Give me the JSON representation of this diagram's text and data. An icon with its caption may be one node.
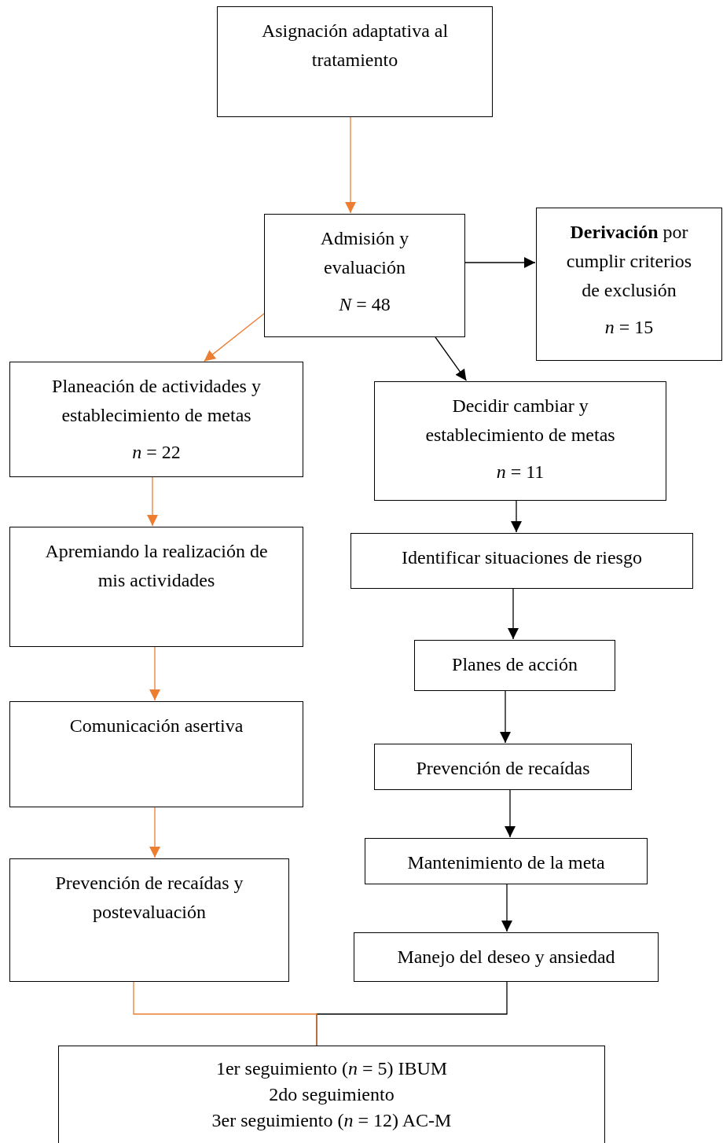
{
  "diagram": {
    "nodes": [
      {
        "text": [
          "Asignación adaptativa al tratamiento"
        ]
      },
      {
        "text": [
          "Admisión y evaluación",
          "*N* = 48"
        ]
      },
      {
        "text": [
          "**Derivación** por cumplir criterios de exclusión",
          "*n* = 15"
        ]
      },
      {
        "text": [
          "Planeación de actividades y establecimiento de metas",
          "*n* = 22"
        ]
      },
      {
        "text": [
          "Decidir cambiar y establecimiento de metas",
          "*n* = 11"
        ]
      },
      {
        "text": [
          "Apremiando la realización de mis actividades"
        ]
      },
      {
        "text": [
          "Identificar situaciones de riesgo"
        ]
      },
      {
        "text": [
          "Comunicación asertiva"
        ]
      },
      {
        "text": [
          "Planes de acción"
        ]
      },
      {
        "text": [
          "Prevención de recaídas"
        ]
      },
      {
        "text": [
          "Prevención de recaídas y postevaluación"
        ]
      },
      {
        "text": [
          "Mantenimiento de la meta"
        ]
      },
      {
        "text": [
          "Manejo del deseo y ansiedad"
        ]
      },
      {
        "text": [
          "1er seguimiento (*n* = 5) IBUM",
          "2do seguimiento",
          "3er seguimiento (*n* = 12) AC-M"
        ]
      }
    ],
    "edges": [
      {
        "from": 0,
        "to": 1,
        "arrow": "to",
        "color": "#ed7d31"
      },
      {
        "from": 1,
        "to": 2,
        "arrow": "to"
      },
      {
        "from": 1,
        "to": 3,
        "arrow": "to",
        "color": "#ed7d31"
      },
      {
        "from": 1,
        "to": 4,
        "arrow": "to"
      },
      {
        "from": 3,
        "to": 5,
        "arrow": "to",
        "color": "#ed7d31"
      },
      {
        "from": 5,
        "to": 7,
        "arrow": "to",
        "color": "#ed7d31"
      },
      {
        "from": 7,
        "to": 10,
        "arrow": "to",
        "color": "#ed7d31"
      },
      {
        "from": 4,
        "to": 6,
        "arrow": "to"
      },
      {
        "from": 6,
        "to": 8,
        "arrow": "to"
      },
      {
        "from": 8,
        "to": 9,
        "arrow": "to"
      },
      {
        "from": 9,
        "to": 11,
        "arrow": "to"
      },
      {
        "from": 11,
        "to": 12,
        "arrow": "to"
      },
      {
        "from": 10,
        "to": 13,
        "arrow": "none",
        "color": "#ed7d31"
      },
      {
        "from": 12,
        "to": 13,
        "arrow": "none"
      }
    ]
  }
}
